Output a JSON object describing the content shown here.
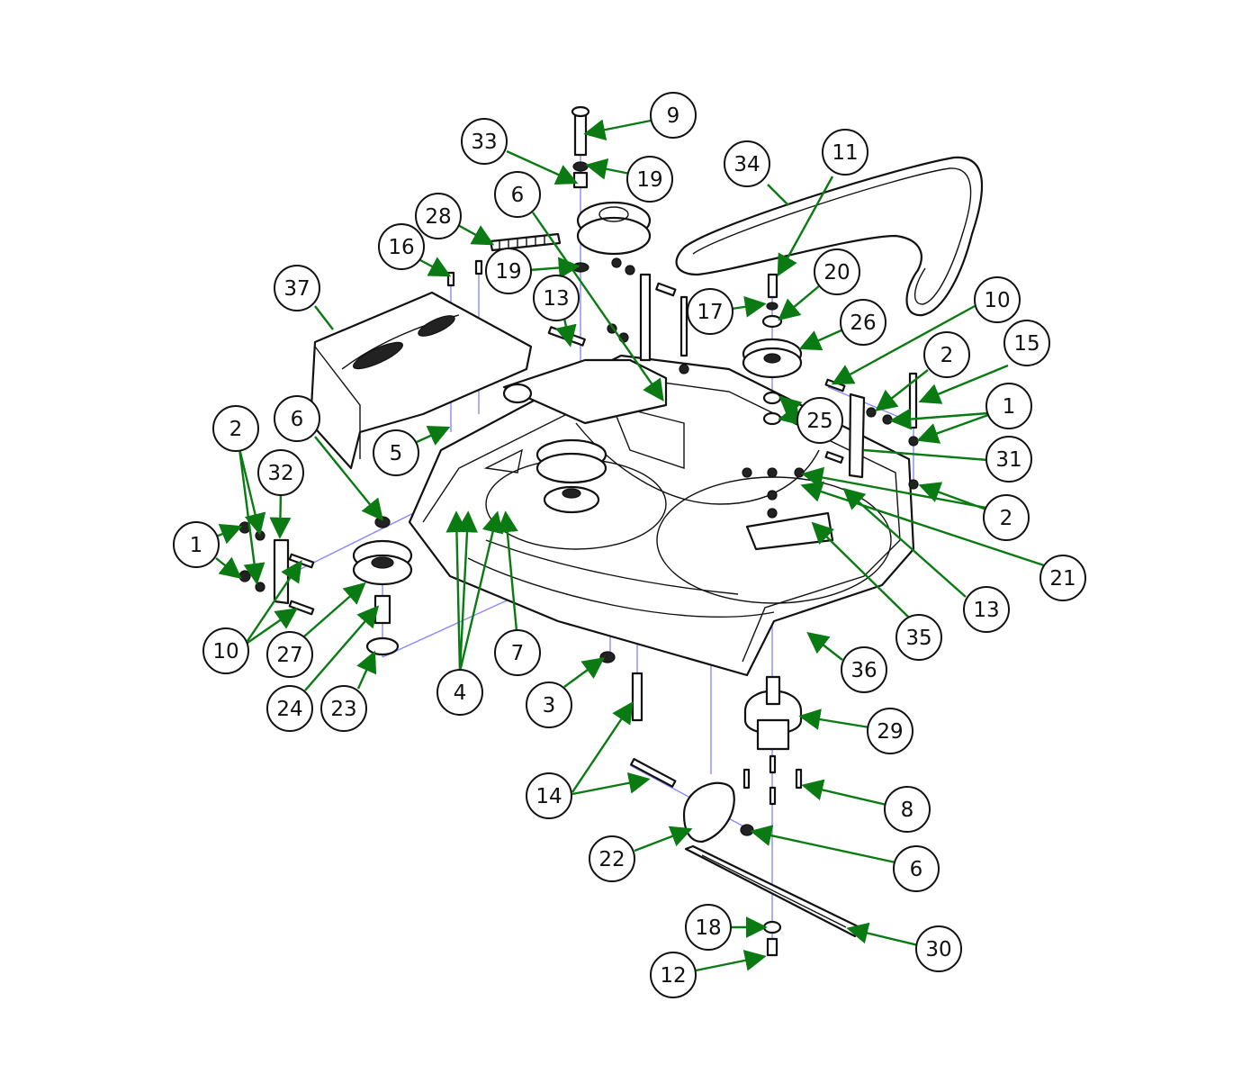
{
  "diagram": {
    "type": "exploded-parts-diagram",
    "colors": {
      "leader": "#0a7a12",
      "extension_line": "#8a8aff",
      "outline": "#111111",
      "background": "#ffffff"
    },
    "callouts": [
      {
        "id": "c9",
        "label": "9"
      },
      {
        "id": "c33",
        "label": "33"
      },
      {
        "id": "c19a",
        "label": "19"
      },
      {
        "id": "c34",
        "label": "34"
      },
      {
        "id": "c11",
        "label": "11"
      },
      {
        "id": "c6a",
        "label": "6"
      },
      {
        "id": "c28",
        "label": "28"
      },
      {
        "id": "c16",
        "label": "16"
      },
      {
        "id": "c19b",
        "label": "19"
      },
      {
        "id": "c20",
        "label": "20"
      },
      {
        "id": "c10a",
        "label": "10"
      },
      {
        "id": "c37",
        "label": "37"
      },
      {
        "id": "c13a",
        "label": "13"
      },
      {
        "id": "c17",
        "label": "17"
      },
      {
        "id": "c26",
        "label": "26"
      },
      {
        "id": "c2a",
        "label": "2"
      },
      {
        "id": "c15",
        "label": "15"
      },
      {
        "id": "c1a",
        "label": "1"
      },
      {
        "id": "c25",
        "label": "25"
      },
      {
        "id": "c31",
        "label": "31"
      },
      {
        "id": "c2b",
        "label": "2"
      },
      {
        "id": "c6b",
        "label": "6"
      },
      {
        "id": "c32",
        "label": "32"
      },
      {
        "id": "c5",
        "label": "5"
      },
      {
        "id": "c2c",
        "label": "2"
      },
      {
        "id": "c21",
        "label": "21"
      },
      {
        "id": "c1b",
        "label": "1"
      },
      {
        "id": "c13b",
        "label": "13"
      },
      {
        "id": "c35",
        "label": "35"
      },
      {
        "id": "c10b",
        "label": "10"
      },
      {
        "id": "c27",
        "label": "27"
      },
      {
        "id": "c7",
        "label": "7"
      },
      {
        "id": "c36",
        "label": "36"
      },
      {
        "id": "c4",
        "label": "4"
      },
      {
        "id": "c3",
        "label": "3"
      },
      {
        "id": "c24",
        "label": "24"
      },
      {
        "id": "c23",
        "label": "23"
      },
      {
        "id": "c29",
        "label": "29"
      },
      {
        "id": "c14",
        "label": "14"
      },
      {
        "id": "c8",
        "label": "8"
      },
      {
        "id": "c22",
        "label": "22"
      },
      {
        "id": "c6c",
        "label": "6"
      },
      {
        "id": "c18",
        "label": "18"
      },
      {
        "id": "c30",
        "label": "30"
      },
      {
        "id": "c12",
        "label": "12"
      }
    ]
  }
}
